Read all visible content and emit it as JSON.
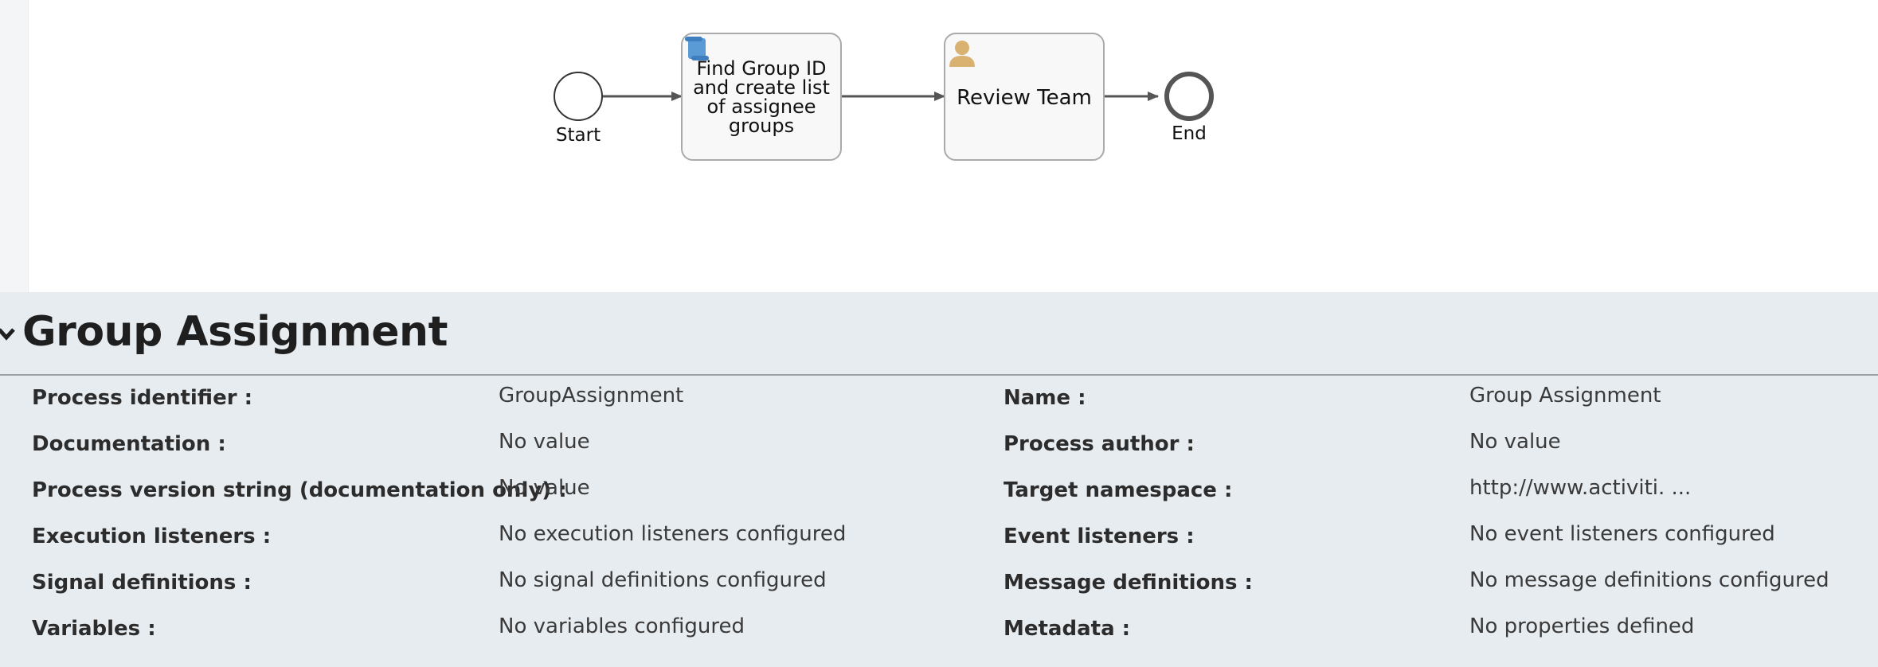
{
  "diagram": {
    "start_label": "Start",
    "task1_lines": [
      "Find Group ID",
      "and create list",
      "of assignee",
      "groups"
    ],
    "task2_label": "Review Team",
    "end_label": "End"
  },
  "panel": {
    "title": "Group Assignment",
    "left_props": [
      {
        "label": "Process identifier :",
        "value": "GroupAssignment"
      },
      {
        "label": "Documentation :",
        "value": "No value"
      },
      {
        "label": "Process version string (documentation only) :",
        "value": "No value"
      },
      {
        "label": "Execution listeners :",
        "value": "No execution listeners configured"
      },
      {
        "label": "Signal definitions :",
        "value": "No signal definitions configured"
      },
      {
        "label": "Variables :",
        "value": "No variables configured"
      }
    ],
    "right_props": [
      {
        "label": "Name :",
        "value": "Group Assignment"
      },
      {
        "label": "Process author :",
        "value": "No value"
      },
      {
        "label": "Target namespace :",
        "value": "http://www.activiti. ..."
      },
      {
        "label": "Event listeners :",
        "value": "No event listeners configured"
      },
      {
        "label": "Message definitions :",
        "value": "No message definitions configured"
      },
      {
        "label": "Metadata :",
        "value": "No properties defined"
      }
    ]
  },
  "colors": {
    "panel_bg": "#e7ecf0",
    "script_icon": "#5b9bd5",
    "user_icon": "#d9b272"
  }
}
